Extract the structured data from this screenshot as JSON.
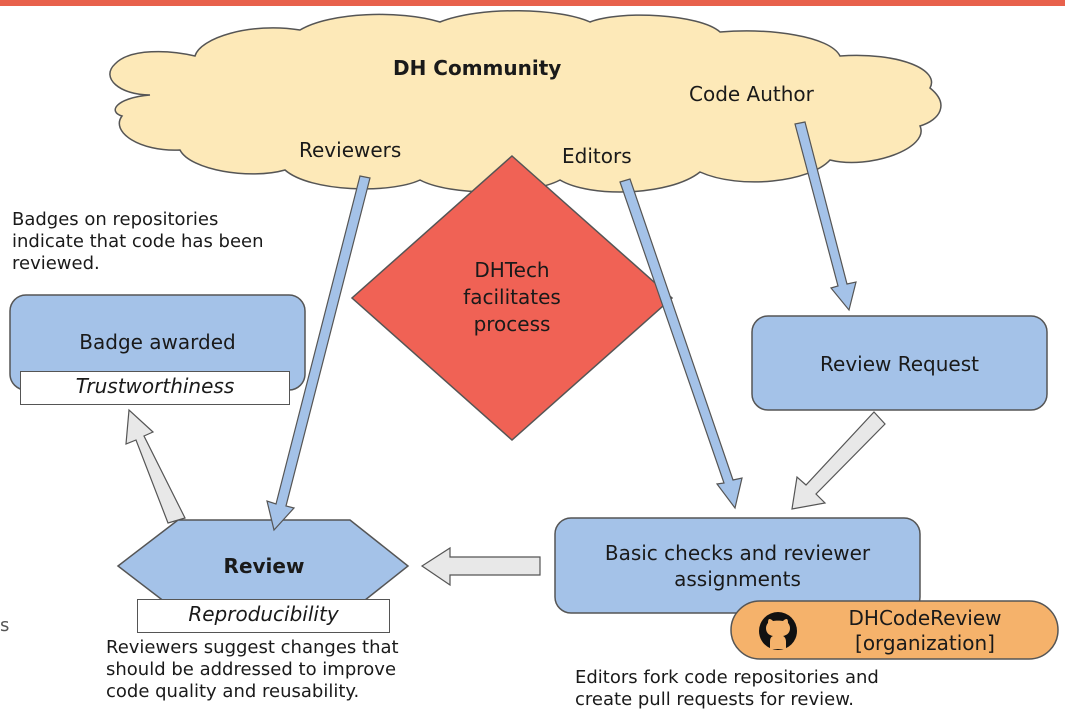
{
  "community": {
    "title": "DH Community",
    "code_author": "Code Author",
    "reviewers": "Reviewers",
    "editors": "Editors"
  },
  "diamond": {
    "text_line1": "DHTech",
    "text_line2": "facilitates",
    "text_line3": "process"
  },
  "badge": {
    "title": "Badge awarded",
    "tag": "Trustworthiness"
  },
  "review_request": {
    "label": "Review Request"
  },
  "checks": {
    "line1": "Basic checks and reviewer",
    "line2": "assignments"
  },
  "review": {
    "label": "Review",
    "tag": "Reproducibility"
  },
  "github": {
    "line1": "DHCodeReview",
    "line2": "[organization]"
  },
  "notes": {
    "badges": "Badges on repositories\nindicate that code has been\nreviewed.",
    "reviewers": "Reviewers suggest changes that\nshould be addressed to improve\ncode quality and reusability.",
    "editors": "Editors fork code repositories and\ncreate pull requests for review.",
    "edge_fragment": "s"
  },
  "colors": {
    "accent_bar": "#e8614c",
    "cloud_fill": "#fde9b8",
    "box_fill": "#a4c2e8",
    "diamond_fill": "#f06255",
    "github_fill": "#f5b26b",
    "arrow_fill": "#a4c2e8",
    "gray_arrow": "#e8e8e8"
  },
  "icons": [
    "github-icon"
  ]
}
